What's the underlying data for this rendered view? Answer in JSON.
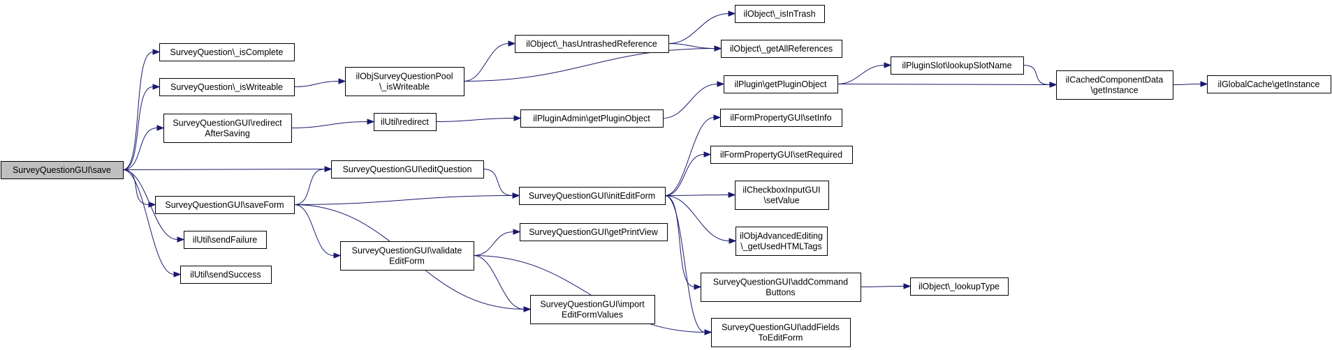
{
  "colors": {
    "edge": "#191970",
    "node_fill": "#ffffff",
    "root_fill": "#bfbfbf",
    "border": "#000000"
  },
  "nodes": {
    "save": {
      "lines": [
        "SurveyQuestionGUI\\save"
      ],
      "root": true
    },
    "isComplete": {
      "lines": [
        "SurveyQuestion\\_isComplete"
      ]
    },
    "isWriteable": {
      "lines": [
        "SurveyQuestion\\_isWriteable"
      ]
    },
    "redirectAfterSaving": {
      "lines": [
        "SurveyQuestionGUI\\redirect",
        "AfterSaving"
      ]
    },
    "saveForm": {
      "lines": [
        "SurveyQuestionGUI\\saveForm"
      ]
    },
    "sendFailure": {
      "lines": [
        "ilUtil\\sendFailure"
      ]
    },
    "sendSuccess": {
      "lines": [
        "ilUtil\\sendSuccess"
      ]
    },
    "poolIsWriteable": {
      "lines": [
        "ilObjSurveyQuestionPool",
        "\\_isWriteable"
      ]
    },
    "utilRedirect": {
      "lines": [
        "ilUtil\\redirect"
      ]
    },
    "editQuestion": {
      "lines": [
        "SurveyQuestionGUI\\editQuestion"
      ]
    },
    "validateEditForm": {
      "lines": [
        "SurveyQuestionGUI\\validate",
        "EditForm"
      ]
    },
    "hasUntrashed": {
      "lines": [
        "ilObject\\_hasUntrashedReference"
      ]
    },
    "pluginAdminGet": {
      "lines": [
        "ilPluginAdmin\\getPluginObject"
      ]
    },
    "initEditForm": {
      "lines": [
        "SurveyQuestionGUI\\initEditForm"
      ]
    },
    "getPrintView": {
      "lines": [
        "SurveyQuestionGUI\\getPrintView"
      ]
    },
    "importEditFormValues": {
      "lines": [
        "SurveyQuestionGUI\\import",
        "EditFormValues"
      ]
    },
    "isInTrash": {
      "lines": [
        "ilObject\\_isInTrash"
      ]
    },
    "getAllReferences": {
      "lines": [
        "ilObject\\_getAllReferences"
      ]
    },
    "pluginGet": {
      "lines": [
        "ilPlugin\\getPluginObject"
      ]
    },
    "setInfo": {
      "lines": [
        "ilFormPropertyGUI\\setInfo"
      ]
    },
    "setRequired": {
      "lines": [
        "ilFormPropertyGUI\\setRequired"
      ]
    },
    "checkboxSetValue": {
      "lines": [
        "ilCheckboxInputGUI",
        "\\setValue"
      ]
    },
    "usedHTMLTags": {
      "lines": [
        "ilObjAdvancedEditing",
        "\\_getUsedHTMLTags"
      ]
    },
    "addCommandButtons": {
      "lines": [
        "SurveyQuestionGUI\\addCommand",
        "Buttons"
      ]
    },
    "addFieldsToEditForm": {
      "lines": [
        "SurveyQuestionGUI\\addFields",
        "ToEditForm"
      ]
    },
    "lookupSlotName": {
      "lines": [
        "ilPluginSlot\\lookupSlotName"
      ]
    },
    "lookupType": {
      "lines": [
        "ilObject\\_lookupType"
      ]
    },
    "cachedGetInstance": {
      "lines": [
        "ilCachedComponentData",
        "\\getInstance"
      ]
    },
    "globalCacheGetInstance": {
      "lines": [
        "ilGlobalCache\\getInstance"
      ]
    }
  },
  "edges": [
    [
      "save",
      "isComplete"
    ],
    [
      "save",
      "isWriteable"
    ],
    [
      "save",
      "redirectAfterSaving"
    ],
    [
      "save",
      "editQuestion"
    ],
    [
      "save",
      "saveForm"
    ],
    [
      "save",
      "sendFailure"
    ],
    [
      "save",
      "sendSuccess"
    ],
    [
      "isWriteable",
      "poolIsWriteable"
    ],
    [
      "poolIsWriteable",
      "hasUntrashed"
    ],
    [
      "poolIsWriteable",
      "getAllReferences"
    ],
    [
      "hasUntrashed",
      "isInTrash"
    ],
    [
      "hasUntrashed",
      "getAllReferences"
    ],
    [
      "redirectAfterSaving",
      "utilRedirect"
    ],
    [
      "utilRedirect",
      "pluginAdminGet"
    ],
    [
      "pluginAdminGet",
      "pluginGet"
    ],
    [
      "pluginGet",
      "lookupSlotName"
    ],
    [
      "pluginGet",
      "cachedGetInstance"
    ],
    [
      "lookupSlotName",
      "cachedGetInstance"
    ],
    [
      "cachedGetInstance",
      "globalCacheGetInstance"
    ],
    [
      "editQuestion",
      "initEditForm"
    ],
    [
      "saveForm",
      "editQuestion"
    ],
    [
      "saveForm",
      "initEditForm"
    ],
    [
      "saveForm",
      "validateEditForm"
    ],
    [
      "saveForm",
      "importEditFormValues"
    ],
    [
      "validateEditForm",
      "getPrintView"
    ],
    [
      "validateEditForm",
      "importEditFormValues"
    ],
    [
      "validateEditForm",
      "addFieldsToEditForm"
    ],
    [
      "initEditForm",
      "setInfo"
    ],
    [
      "initEditForm",
      "setRequired"
    ],
    [
      "initEditForm",
      "checkboxSetValue"
    ],
    [
      "initEditForm",
      "usedHTMLTags"
    ],
    [
      "initEditForm",
      "addCommandButtons"
    ],
    [
      "initEditForm",
      "addFieldsToEditForm"
    ],
    [
      "addCommandButtons",
      "lookupType"
    ]
  ]
}
